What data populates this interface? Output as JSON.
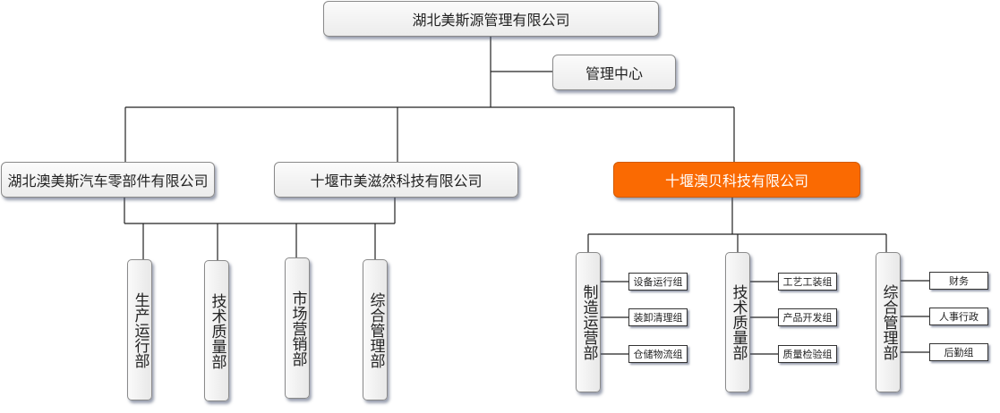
{
  "root": {
    "label": "湖北美斯源管理有限公司"
  },
  "management_center": {
    "label": "管理中心"
  },
  "companies": [
    {
      "label": "湖北澳美斯汽车零部件有限公司",
      "highlighted": false
    },
    {
      "label": "十堰市美滋然科技有限公司",
      "highlighted": false
    },
    {
      "label": "十堰澳贝科技有限公司",
      "highlighted": true
    }
  ],
  "shared_departments": [
    {
      "label": "生产运行部"
    },
    {
      "label": "技术质量部"
    },
    {
      "label": "市场营销部"
    },
    {
      "label": "综合管理部"
    }
  ],
  "aobei_departments": [
    {
      "label": "制造运营部",
      "groups": [
        "设备运行组",
        "装卸清理组",
        "仓储物流组"
      ]
    },
    {
      "label": "技术质量部",
      "groups": [
        "工艺工装组",
        "产品开发组",
        "质量检验组"
      ]
    },
    {
      "label": "综合管理部",
      "groups": [
        "财务",
        "人事行政",
        "后勤组"
      ]
    }
  ],
  "colors": {
    "accent": "#fa6a02",
    "line": "#222222",
    "node_border": "#8a8a8a"
  }
}
